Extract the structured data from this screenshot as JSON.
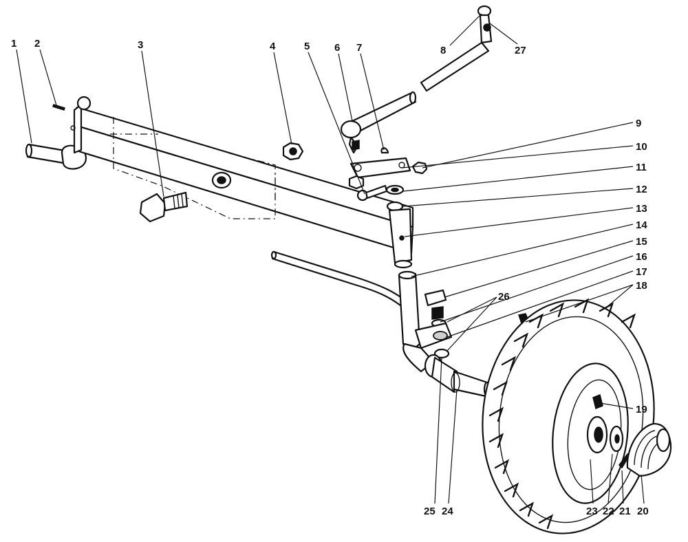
{
  "callouts": [
    {
      "label": "1"
    },
    {
      "label": "2"
    },
    {
      "label": "3"
    },
    {
      "label": "4"
    },
    {
      "label": "5"
    },
    {
      "label": "6"
    },
    {
      "label": "7"
    },
    {
      "label": "8"
    },
    {
      "label": "27"
    },
    {
      "label": "9"
    },
    {
      "label": "10"
    },
    {
      "label": "11"
    },
    {
      "label": "12"
    },
    {
      "label": "13"
    },
    {
      "label": "14"
    },
    {
      "label": "15"
    },
    {
      "label": "16"
    },
    {
      "label": "17"
    },
    {
      "label": "18"
    },
    {
      "label": "26"
    },
    {
      "label": "19"
    },
    {
      "label": "25"
    },
    {
      "label": "24"
    },
    {
      "label": "23"
    },
    {
      "label": "22"
    },
    {
      "label": "21"
    },
    {
      "label": "20"
    }
  ],
  "colors": {
    "ink": "#111111",
    "paper": "#ffffff"
  }
}
